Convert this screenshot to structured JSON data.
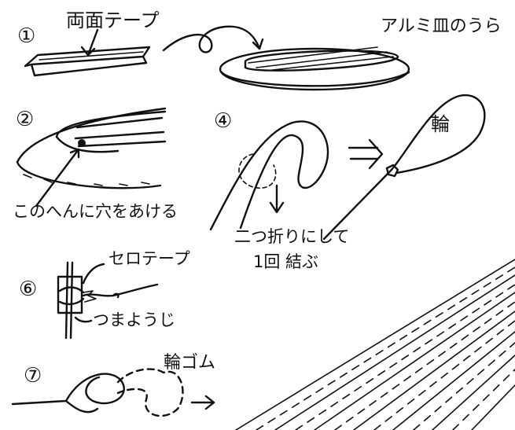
{
  "steps": {
    "s1": {
      "number": "①",
      "label_tape": "両面テープ",
      "label_plate": "アルミ皿のうら"
    },
    "s2": {
      "number": "②",
      "label_hole": "このへんに穴をあける"
    },
    "s4": {
      "number": "④",
      "label_fold_1": "二つ折りにして",
      "label_fold_2": "1回 結ぶ",
      "label_ring": "輪"
    },
    "s6": {
      "number": "⑥",
      "label_tape": "セロテープ",
      "label_toothpick": "つまようじ"
    },
    "s7": {
      "number": "⑦",
      "label_rubber": "輪ゴム"
    }
  },
  "colors": {
    "ink": "#111111",
    "paper": "#ffffff"
  }
}
